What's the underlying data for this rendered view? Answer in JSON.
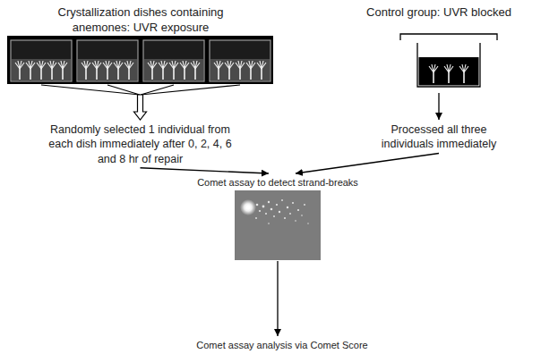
{
  "diagram": {
    "nodes": [
      {
        "text": [
          "Crystallization dishes containing anemones: UVR exposure"
        ]
      },
      {
        "text": [
          "Control group: UVR blocked"
        ]
      },
      {
        "text": [
          "Randomly selected 1 individual from each dish immediately after 0, 2, 4, 6 and 8 hr of repair"
        ]
      },
      {
        "text": [
          "Processed all three individuals immediately"
        ]
      },
      {
        "text": [
          "Comet assay to detect strand-breaks"
        ]
      },
      {
        "text": [
          "Comet assay analysis via Comet Score"
        ]
      }
    ],
    "edges": [
      {
        "from": 0,
        "to": 2,
        "arrow": "to"
      },
      {
        "from": 1,
        "to": 3,
        "arrow": "to"
      },
      {
        "from": 2,
        "to": 4,
        "arrow": "to"
      },
      {
        "from": 3,
        "to": 4,
        "arrow": "to"
      },
      {
        "from": 4,
        "to": 5,
        "arrow": "to"
      }
    ]
  }
}
